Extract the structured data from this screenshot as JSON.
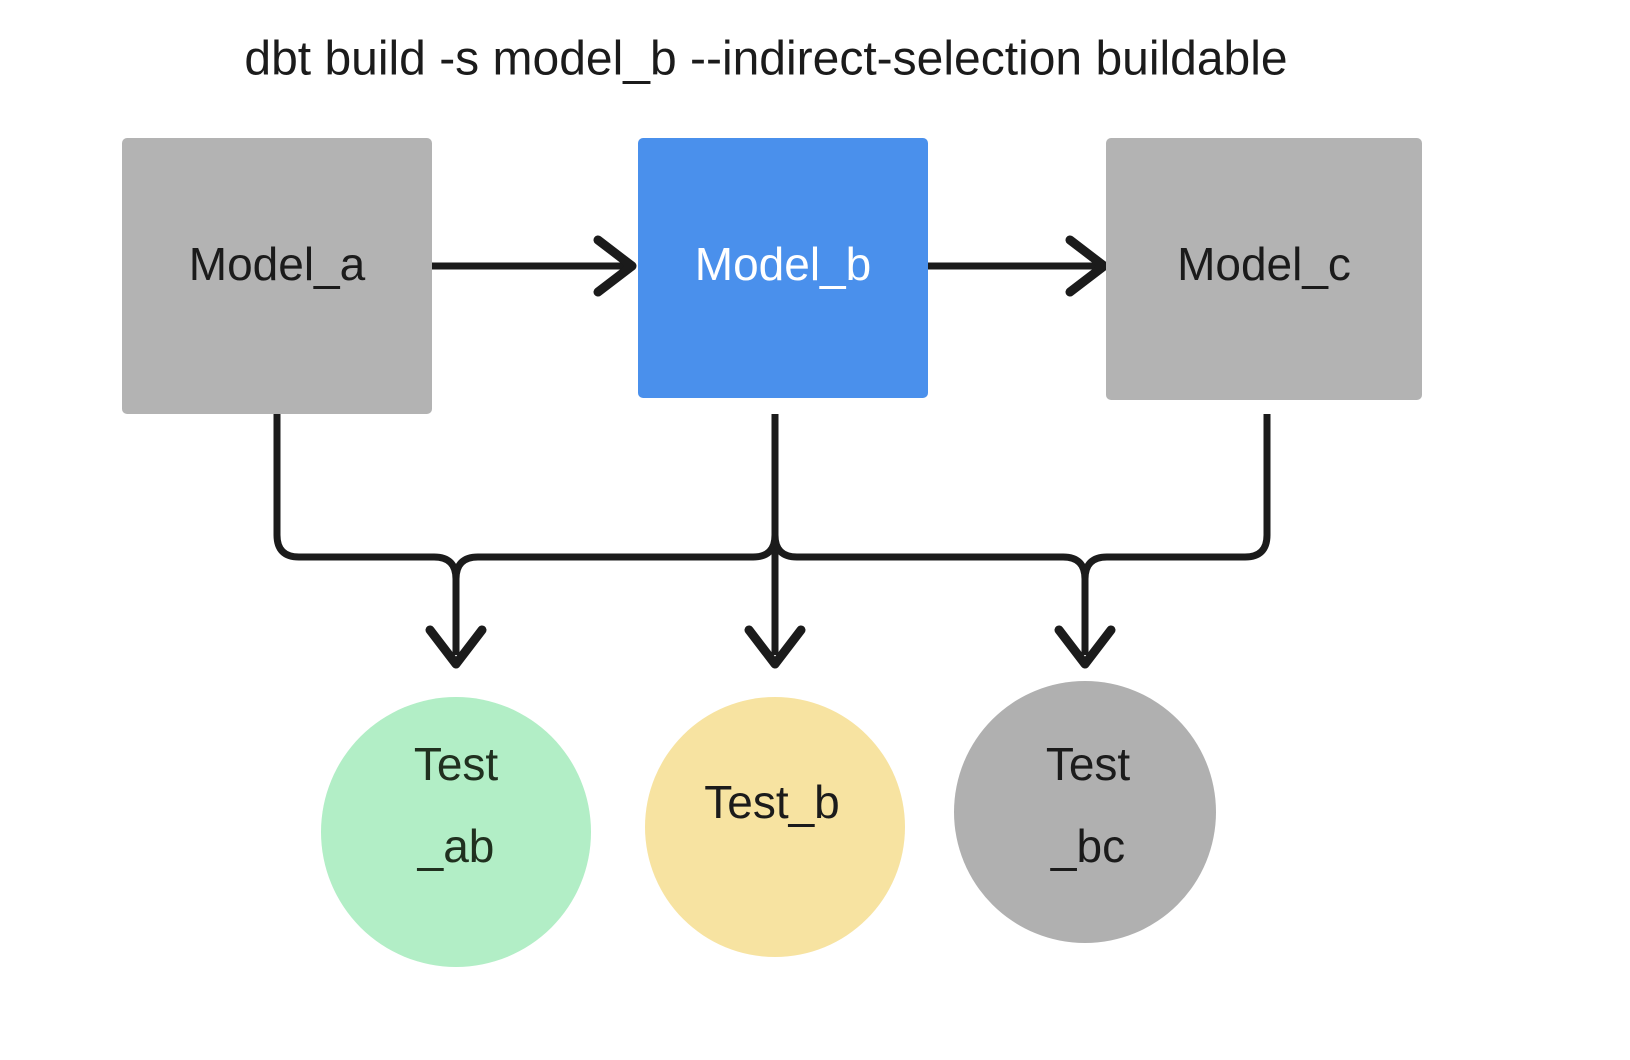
{
  "title": "dbt build -s model_b --indirect-selection buildable",
  "colors": {
    "background": "#ffffff",
    "gray_node": "#b3b3b3",
    "blue_node": "#4a90ec",
    "green_node": "#b2eec6",
    "yellow_node": "#f7e3a1",
    "gray_circle": "#b0b0b0",
    "edge": "#1b1b1b",
    "dark_text": "#1b1b1b",
    "green_text": "#20301f",
    "white_text": "#ffffff"
  },
  "models": [
    {
      "id": "model_a",
      "label": "Model_a",
      "shape": "rect",
      "fill": "#b3b3b3",
      "text_color": "#1b1b1b",
      "selected": false
    },
    {
      "id": "model_b",
      "label": "Model_b",
      "shape": "rect",
      "fill": "#4a90ec",
      "text_color": "#ffffff",
      "selected": true
    },
    {
      "id": "model_c",
      "label": "Model_c",
      "shape": "rect",
      "fill": "#b3b3b3",
      "text_color": "#1b1b1b",
      "selected": false
    }
  ],
  "tests": [
    {
      "id": "test_ab",
      "label_line1": "Test",
      "label_line2": "_ab",
      "shape": "circle",
      "fill": "#b2eec6",
      "text_color": "#20301f",
      "selected": true
    },
    {
      "id": "test_b",
      "label_line1": "Test_b",
      "label_line2": "",
      "shape": "circle",
      "fill": "#f7e3a1",
      "text_color": "#1b1b1b",
      "selected": true
    },
    {
      "id": "test_bc",
      "label_line1": "Test",
      "label_line2": "_bc",
      "shape": "circle",
      "fill": "#b0b0b0",
      "text_color": "#1b1b1b",
      "selected": false
    }
  ],
  "edges": [
    {
      "id": "edge-model-a-to-model-b",
      "from": "model_a",
      "to": "model_b",
      "style": "straight-right"
    },
    {
      "id": "edge-model-b-to-model-c",
      "from": "model_b",
      "to": "model_c",
      "style": "straight-right"
    },
    {
      "id": "edge-model-a-to-test-ab",
      "from": "model_a",
      "to": "test_ab",
      "style": "elbow-down"
    },
    {
      "id": "edge-model-b-to-test-ab",
      "from": "model_b",
      "to": "test_ab",
      "style": "elbow-down"
    },
    {
      "id": "edge-model-b-to-test-b",
      "from": "model_b",
      "to": "test_b",
      "style": "straight-down"
    },
    {
      "id": "edge-model-b-to-test-bc",
      "from": "model_b",
      "to": "test_bc",
      "style": "elbow-down"
    },
    {
      "id": "edge-model-c-to-test-bc",
      "from": "model_c",
      "to": "test_bc",
      "style": "elbow-down"
    }
  ]
}
